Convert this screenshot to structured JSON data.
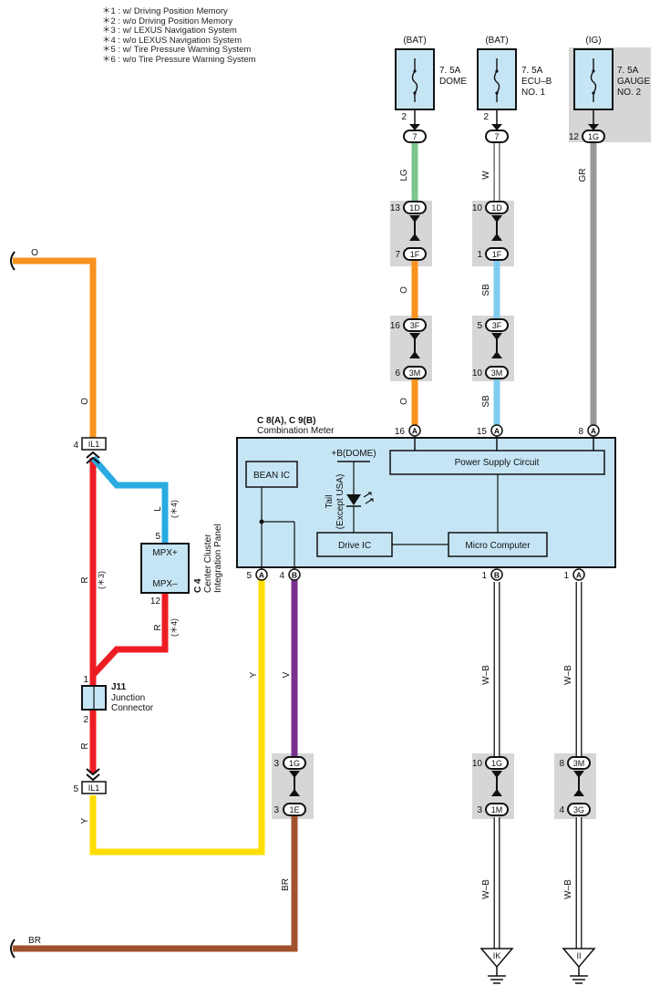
{
  "notes": [
    "＊1 : w/ Driving Position Memory",
    "＊2 : w/o Driving Position Memory",
    "＊3 : w/ LEXUS Navigation System",
    "＊4 : w/o LEXUS Navigation System",
    "＊5 : w/ Tire Pressure Warning System",
    "＊6 : w/o Tire Pressure Warning System"
  ],
  "fuses": [
    {
      "source": "(BAT)",
      "line1": "7. 5A",
      "line2": "DOME",
      "line3": "",
      "pin": "2",
      "conn": "7",
      "wire": "LG"
    },
    {
      "source": "(BAT)",
      "line1": "7. 5A",
      "line2": "ECU–B",
      "line3": "NO. 1",
      "pin": "2",
      "conn": "7",
      "wire": "W"
    },
    {
      "source": "(IG)",
      "line1": "7. 5A",
      "line2": "GAUGE",
      "line3": "NO. 2",
      "pin": "12",
      "conn": "1G",
      "wire": "GR"
    }
  ],
  "junction_blocks": [
    {
      "pinTop": "13",
      "connTop": "1D",
      "pinBot": "7",
      "connBot": "1F",
      "wireBelow": "O"
    },
    {
      "pinTop": "10",
      "connTop": "1D",
      "pinBot": "1",
      "connBot": "1F",
      "wireBelow": "SB"
    },
    {
      "pinTop": "16",
      "connTop": "3F",
      "pinBot": "6",
      "connBot": "3M",
      "wireBelow": "O"
    },
    {
      "pinTop": "5",
      "connTop": "3F",
      "pinBot": "10",
      "connBot": "3M",
      "wireBelow": "SB"
    },
    {
      "pinTop": "3",
      "connTop": "1G",
      "pinBot": "3",
      "connBot": "1E",
      "wireBelow": "BR"
    },
    {
      "pinTop": "10",
      "connTop": "1G",
      "pinBot": "3",
      "connBot": "1M",
      "wireBelow": "W–B"
    },
    {
      "pinTop": "8",
      "connTop": "3M",
      "pinBot": "4",
      "connBot": "3G",
      "wireBelow": "W–B"
    }
  ],
  "meter": {
    "title": "C 8(A), C 9(B)",
    "name": "Combination Meter",
    "top_pins": [
      {
        "pin": "16",
        "conn": "A"
      },
      {
        "pin": "15",
        "conn": "A"
      },
      {
        "pin": "8",
        "conn": "A"
      }
    ],
    "bottom_pins": [
      {
        "pin": "5",
        "conn": "A"
      },
      {
        "pin": "4",
        "conn": "B"
      },
      {
        "pin": "1",
        "conn": "B"
      },
      {
        "pin": "1",
        "conn": "A"
      }
    ],
    "power_supply": "Power Supply Circuit",
    "bean_ic": "BEAN IC",
    "drive_ic": "Drive IC",
    "micro": "Micro Computer",
    "dome_label": "+B(DOME)",
    "tail_label1": "Tail",
    "tail_label2": "(Except USA)"
  },
  "left_wires": {
    "top_wire": "O",
    "top_wire_vert": "O",
    "il1_top_pin": "4",
    "il1_top_name": "IL1",
    "red_wire": "R",
    "red_note": "(＊3)",
    "blue_wire": "L",
    "blue_note": "(＊4)",
    "red_lower": "R",
    "red_lower_note": "(＊4)",
    "red_bottom": "R",
    "il1_bot_pin": "5",
    "il1_bot_name": "IL1",
    "yellow_wire": "Y",
    "yellow_meter_wire": "Y",
    "violet_wire": "V",
    "bottom_wire": "BR"
  },
  "c4": {
    "pin_top": "5",
    "pin_bot": "12",
    "mpx_plus": "MPX+",
    "mpx_minus": "MPX–",
    "code": "C 4",
    "name1": "Center Cluster",
    "name2": "Integration Panel"
  },
  "j11": {
    "pin_top": "1",
    "pin_bot": "2",
    "code": "J11",
    "name1": "Junction",
    "name2": "Connector"
  },
  "grounds": [
    "IK",
    "II"
  ],
  "colors": {
    "orange": "#f7931e",
    "red": "#ed1c24",
    "blue": "#29abe2",
    "light_blue": "#7fcdee",
    "green": "#7cc68a",
    "yellow": "#ffdd00",
    "violet": "#7b2f8e",
    "brown": "#a0522d",
    "gray": "#999999",
    "component_fill": "#c5e5f5",
    "block_fill": "#d6d6d6"
  }
}
